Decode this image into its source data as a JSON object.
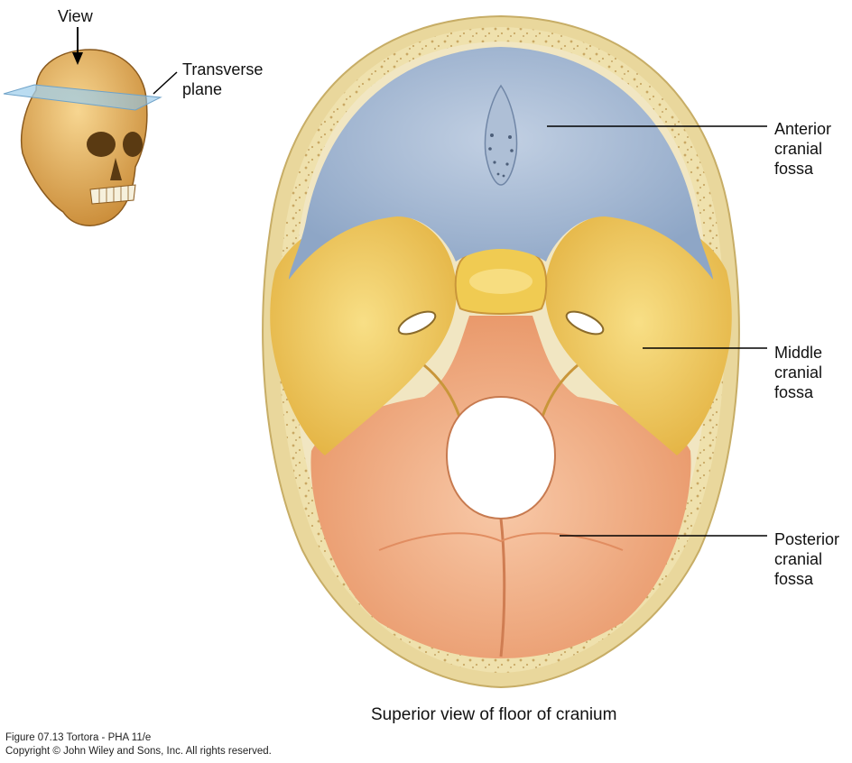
{
  "inset": {
    "view_label": "View",
    "plane_label": [
      "Transverse",
      "plane"
    ]
  },
  "labels": {
    "anterior": [
      "Anterior",
      "cranial",
      "fossa"
    ],
    "middle": [
      "Middle",
      "cranial",
      "fossa"
    ],
    "posterior": [
      "Posterior",
      "cranial",
      "fossa"
    ]
  },
  "caption": "Superior view of floor of cranium",
  "credit": {
    "figure": "Figure 07.13  Tortora - PHA 11/e",
    "copyright": "Copyright © John Wiley and Sons, Inc. All rights reserved."
  },
  "colors": {
    "anterior_fossa": "#9fb4cf",
    "middle_fossa": "#f1cd5c",
    "posterior_fossa": "#f0a982",
    "skull_rim": "#efe0a6",
    "skull_bone": "#e7b25a"
  }
}
